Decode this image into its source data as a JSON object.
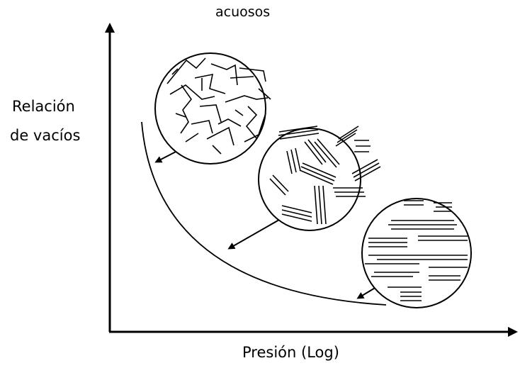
{
  "diagram": {
    "top_text": "acuosos",
    "y_axis_label_line1": "Relación",
    "y_axis_label_line2": "de vacíos",
    "x_axis_label": "Presión (Log)",
    "stages": [
      {
        "structure": "flocculated",
        "arrow_icon": "arrow-icon"
      },
      {
        "structure": "partially-oriented",
        "arrow_icon": "arrow-icon"
      },
      {
        "structure": "dispersed",
        "arrow_icon": "arrow-icon"
      }
    ],
    "colors": {
      "ink": "#000000",
      "background": "#ffffff"
    }
  }
}
